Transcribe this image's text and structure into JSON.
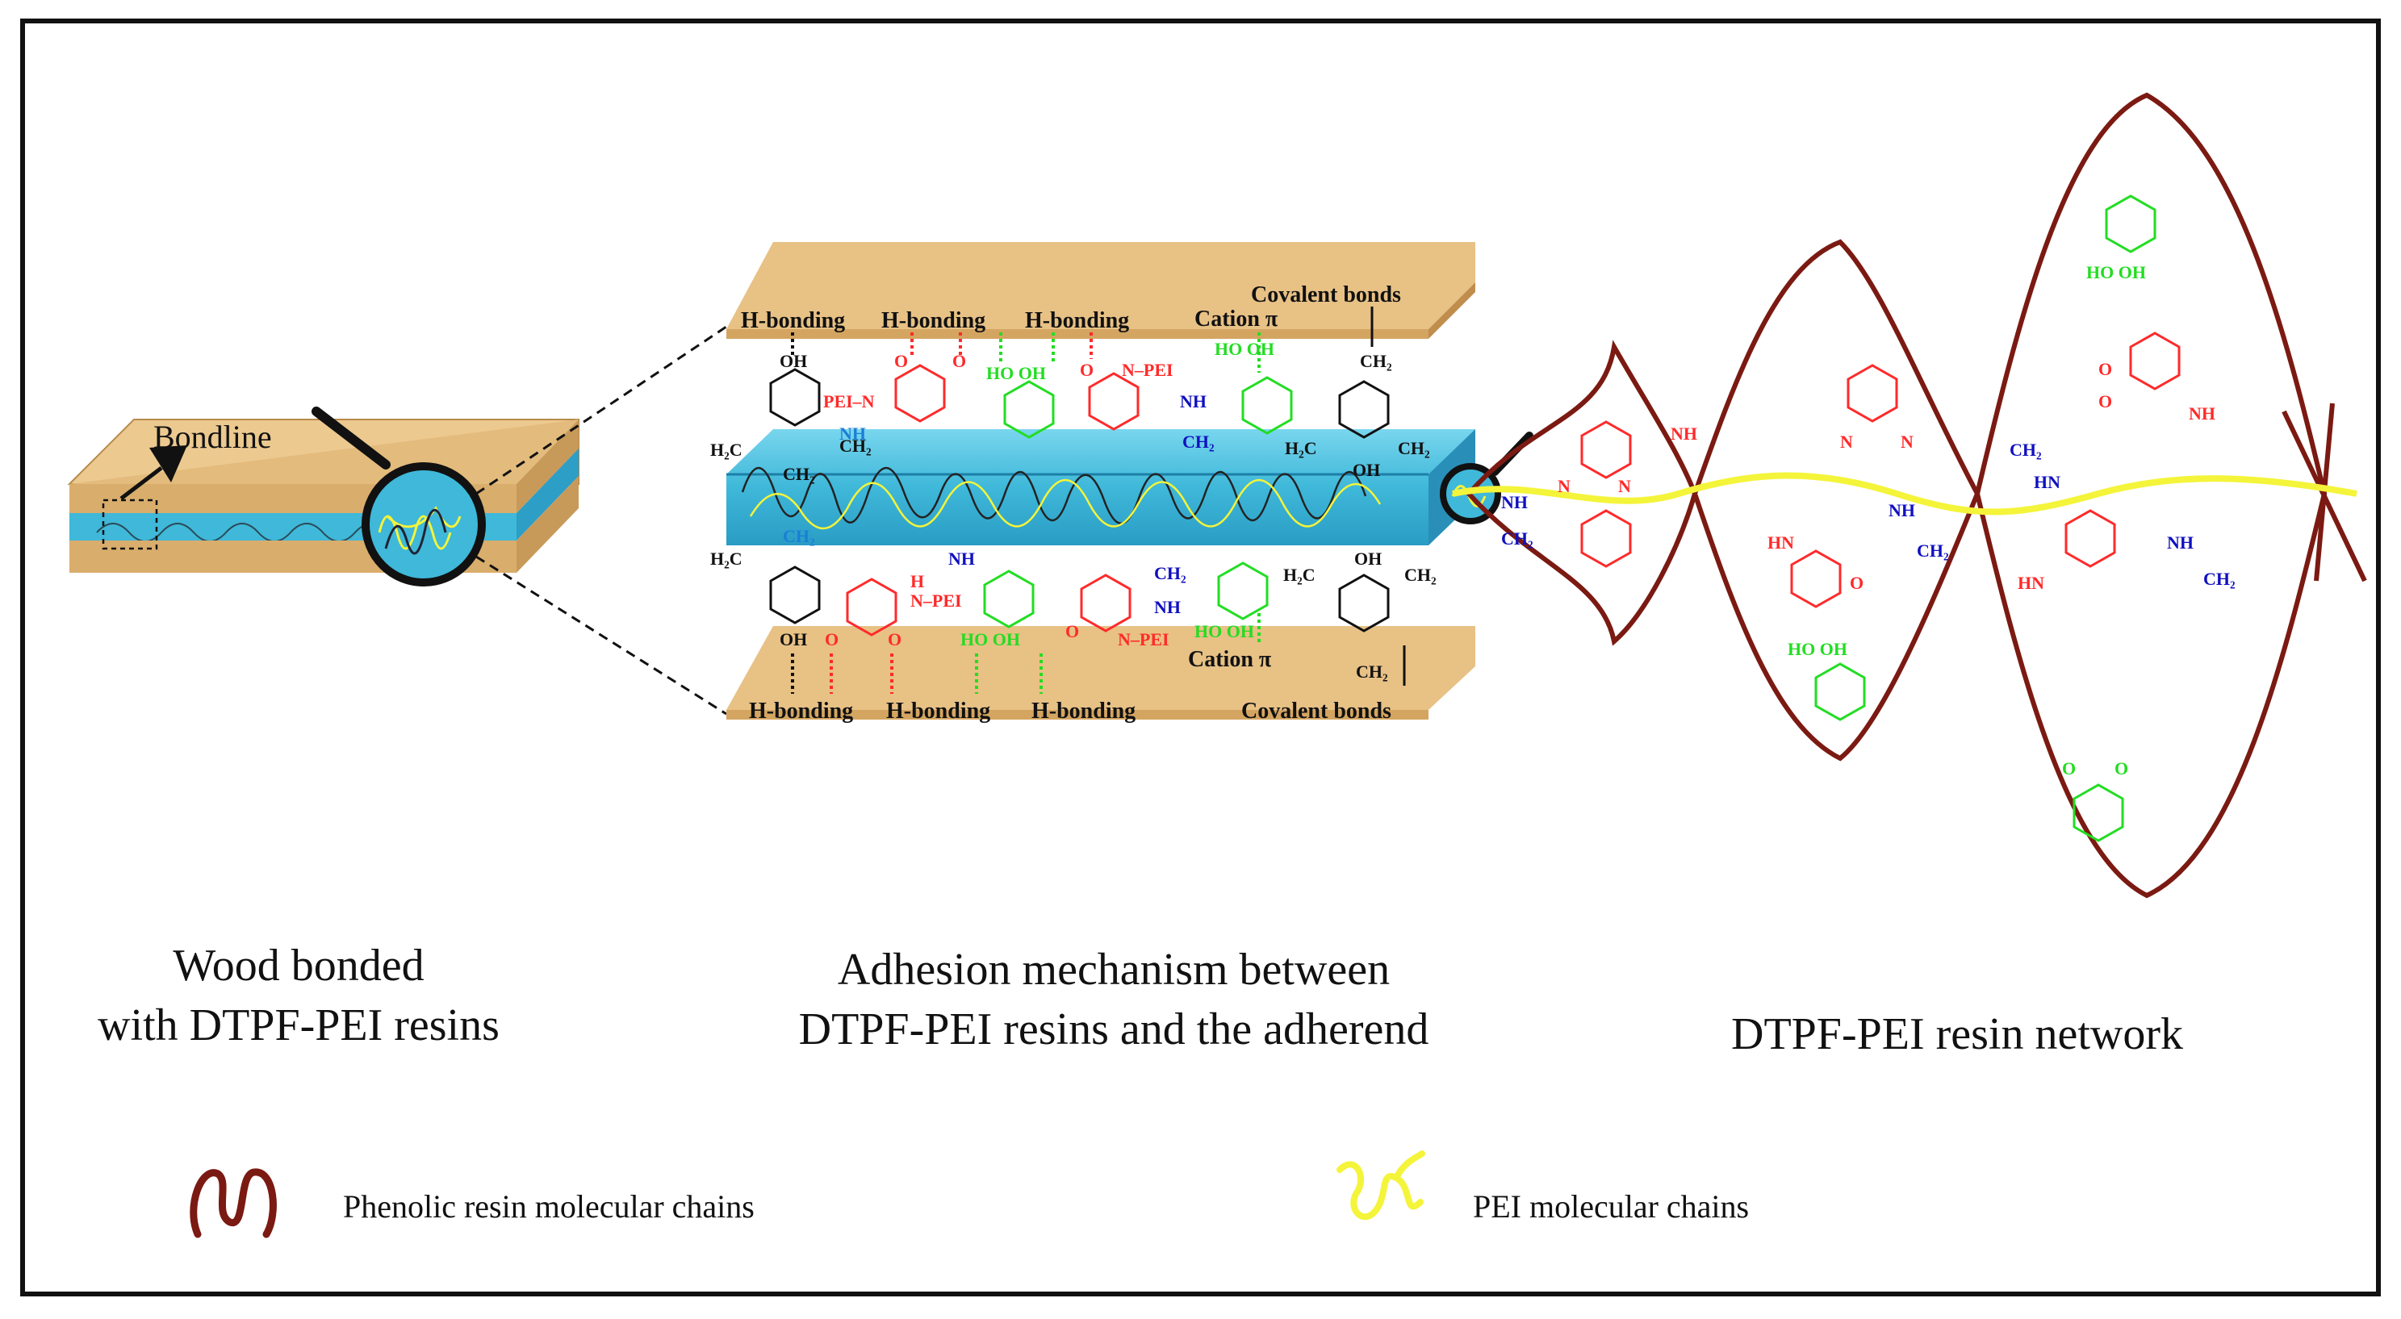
{
  "colors": {
    "wood": "#e3bf86",
    "wood_dark": "#c89a5a",
    "resin_layer": "#3fb8d9",
    "phenolic_chain": "#7b1a12",
    "pei_chain": "#f4f43a",
    "red_group": "#ff2a2a",
    "green_group": "#22dd22",
    "blue_group": "#1010c0",
    "black_group": "#111111"
  },
  "panel1": {
    "bondline_label": "Bondline",
    "caption_line1": "Wood bonded",
    "caption_line2": "with DTPF-PEI resins"
  },
  "panel2": {
    "top_labels": [
      "H-bonding",
      "H-bonding",
      "H-bonding",
      "Cation π",
      "Covalent bonds"
    ],
    "bottom_labels": [
      "H-bonding",
      "H-bonding",
      "H-bonding",
      "Cation π",
      "Covalent bonds"
    ],
    "chem": {
      "oh": "OH",
      "oh_pair": "HO  OH",
      "ch2": "CH₂",
      "h2c": "H₂C",
      "nh": "NH",
      "hn": "HN",
      "pei_n": "PEI–N",
      "n_pei": "N–PEI",
      "n": "N",
      "o": "O",
      "h": "H"
    },
    "caption_line1": "Adhesion mechanism between",
    "caption_line2": "DTPF-PEI resins and the adherend"
  },
  "panel3": {
    "caption": "DTPF-PEI resin network"
  },
  "legend": {
    "phenolic_label": "Phenolic resin molecular chains",
    "pei_label": "PEI  molecular chains",
    "phenolic_icon": "phenolic-chain-icon",
    "pei_icon": "pei-chain-icon"
  }
}
